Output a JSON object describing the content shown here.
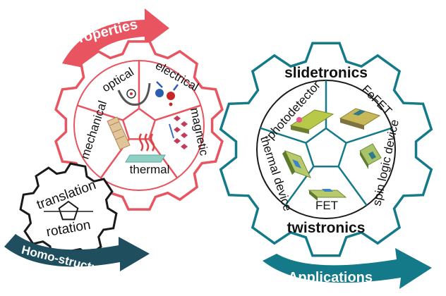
{
  "colors": {
    "red": "#e8545f",
    "red_light": "#f0848c",
    "teal": "#147a8a",
    "teal_dark": "#0e5563",
    "navy": "#1f4e5f",
    "gear_stroke_dark": "#1a1a1a"
  },
  "arrows": {
    "properties": "Properties",
    "homo_structures": "Homo-structures",
    "applications": "Applications"
  },
  "properties_gear": {
    "labels": {
      "optical": "optical",
      "electrical": "electrical",
      "magnetic": "magnetic",
      "thermal": "thermal",
      "mechanical": "mechanical"
    }
  },
  "homo_gear": {
    "labels": {
      "translation": "translation",
      "rotation": "rotation"
    }
  },
  "applications_gear": {
    "top_label": "slidetronics",
    "bottom_label": "twistronics",
    "labels": {
      "photodetector": "photodetector",
      "fefet": "FeFET",
      "spin_logic": "spin logic device",
      "fet": "FET",
      "thermal_device": "thermal device"
    }
  }
}
